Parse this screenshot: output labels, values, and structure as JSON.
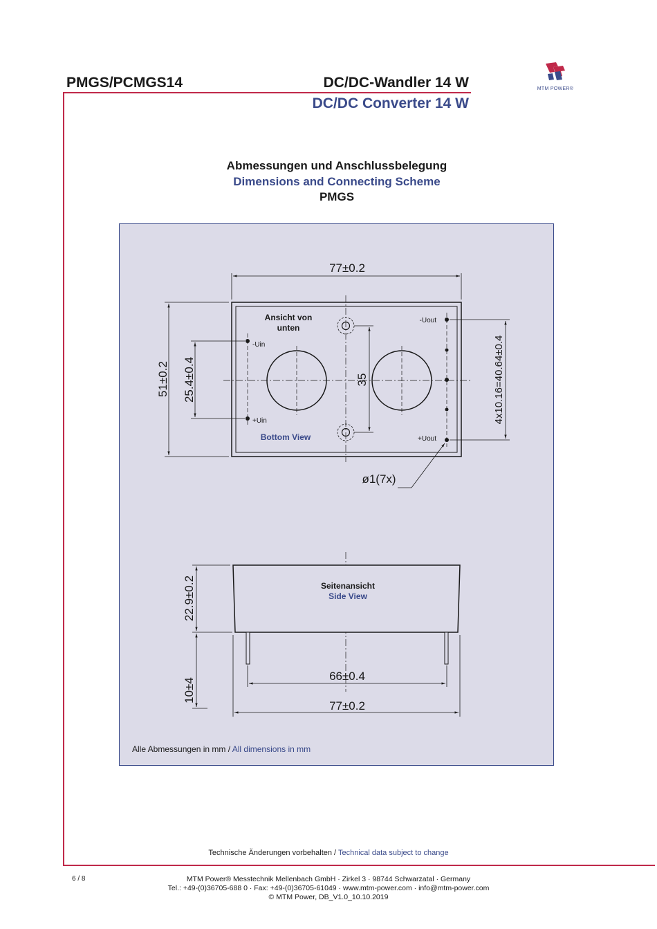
{
  "header": {
    "product": "PMGS/PCMGS14",
    "title_de": "DC/DC-Wandler 14 W",
    "title_en": "DC/DC Converter 14 W",
    "logo_text": "MTM POWER®"
  },
  "section": {
    "title_de": "Abmessungen und Anschlussbelegung",
    "title_en": "Dimensions and Connecting Scheme",
    "model": "PMGS"
  },
  "drawing": {
    "bottom": {
      "width_dim": "77±0.2",
      "height_dim": "51±0.2",
      "pin_spacing_dim": "25.4±0.4",
      "hole_spacing_dim": "35",
      "pitch_dim": "4x10.16=40.64±0.4",
      "pin_diameter": "ø1(7x)",
      "label_de_1": "Ansicht von",
      "label_de_2": "unten",
      "label_en": "Bottom View",
      "pin_neg_in": "-Uin",
      "pin_pos_in": "+Uin",
      "pin_neg_out": "-Uout",
      "pin_pos_out": "+Uout"
    },
    "side": {
      "height_dim": "22.9±0.2",
      "pin_length_dim": "10±4",
      "pin_spacing_dim": "66±0.4",
      "width_dim": "77±0.2",
      "label_de": "Seitenansicht",
      "label_en": "Side View"
    }
  },
  "note": {
    "de": "Alle Abmessungen in mm",
    "sep": " / ",
    "en": "All dimensions in mm"
  },
  "change_notice": {
    "de": "Technische Änderungen vorbehalten",
    "sep": " / ",
    "en": "Technical data subject to change"
  },
  "footer": {
    "page": "6 / 8",
    "line1": "MTM Power® Messtechnik Mellenbach GmbH · Zirkel 3 · 98744 Schwarzatal · Germany",
    "line2": "Tel.: +49-(0)36705-688 0 · Fax: +49-(0)36705-61049 · www.mtm-power.com · info@mtm-power.com",
    "line3": "© MTM Power, DB_V1.0_10.10.2019"
  },
  "colors": {
    "accent_red": "#c0294a",
    "accent_blue": "#3a4a8a",
    "panel_bg": "#dcdbe8"
  }
}
